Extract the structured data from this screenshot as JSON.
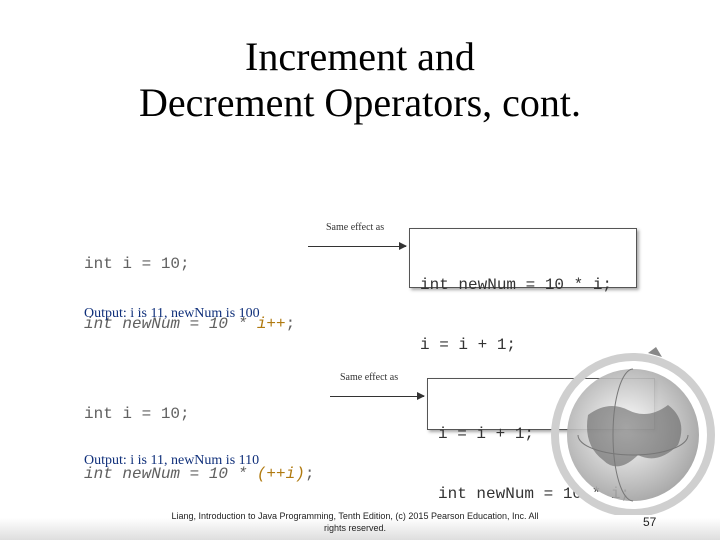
{
  "slide": {
    "title_line1": "Increment and",
    "title_line2": "Decrement Operators, cont.",
    "example1": {
      "code_line1": "int i = 10;",
      "code_line2_prefix": "int newNum = 10 * ",
      "code_line2_highlight": "i++",
      "code_line2_suffix": ";",
      "arrow_label": "Same effect as",
      "box_line1": "int newNum = 10 * i;",
      "box_line2": "i = i + 1;",
      "output": "Output: i is 11, newNum is 100"
    },
    "example2": {
      "code_line1": "int i = 10;",
      "code_line2_prefix": "int newNum = 10 * ",
      "code_line2_highlight": "(++i)",
      "code_line2_suffix": ";",
      "arrow_label": "Same effect as",
      "box_line1": "i = i + 1;",
      "box_line2": "int newNum = 10 * i;",
      "output": "Output: i is 11, newNum is 110"
    },
    "footer": {
      "line1": "Liang, Introduction to Java Programming, Tenth Edition, (c) 2015 Pearson Education, Inc. All",
      "line2": "rights reserved.",
      "page_number": "57"
    },
    "decor": {
      "globe_icon": "globe-icon"
    }
  }
}
